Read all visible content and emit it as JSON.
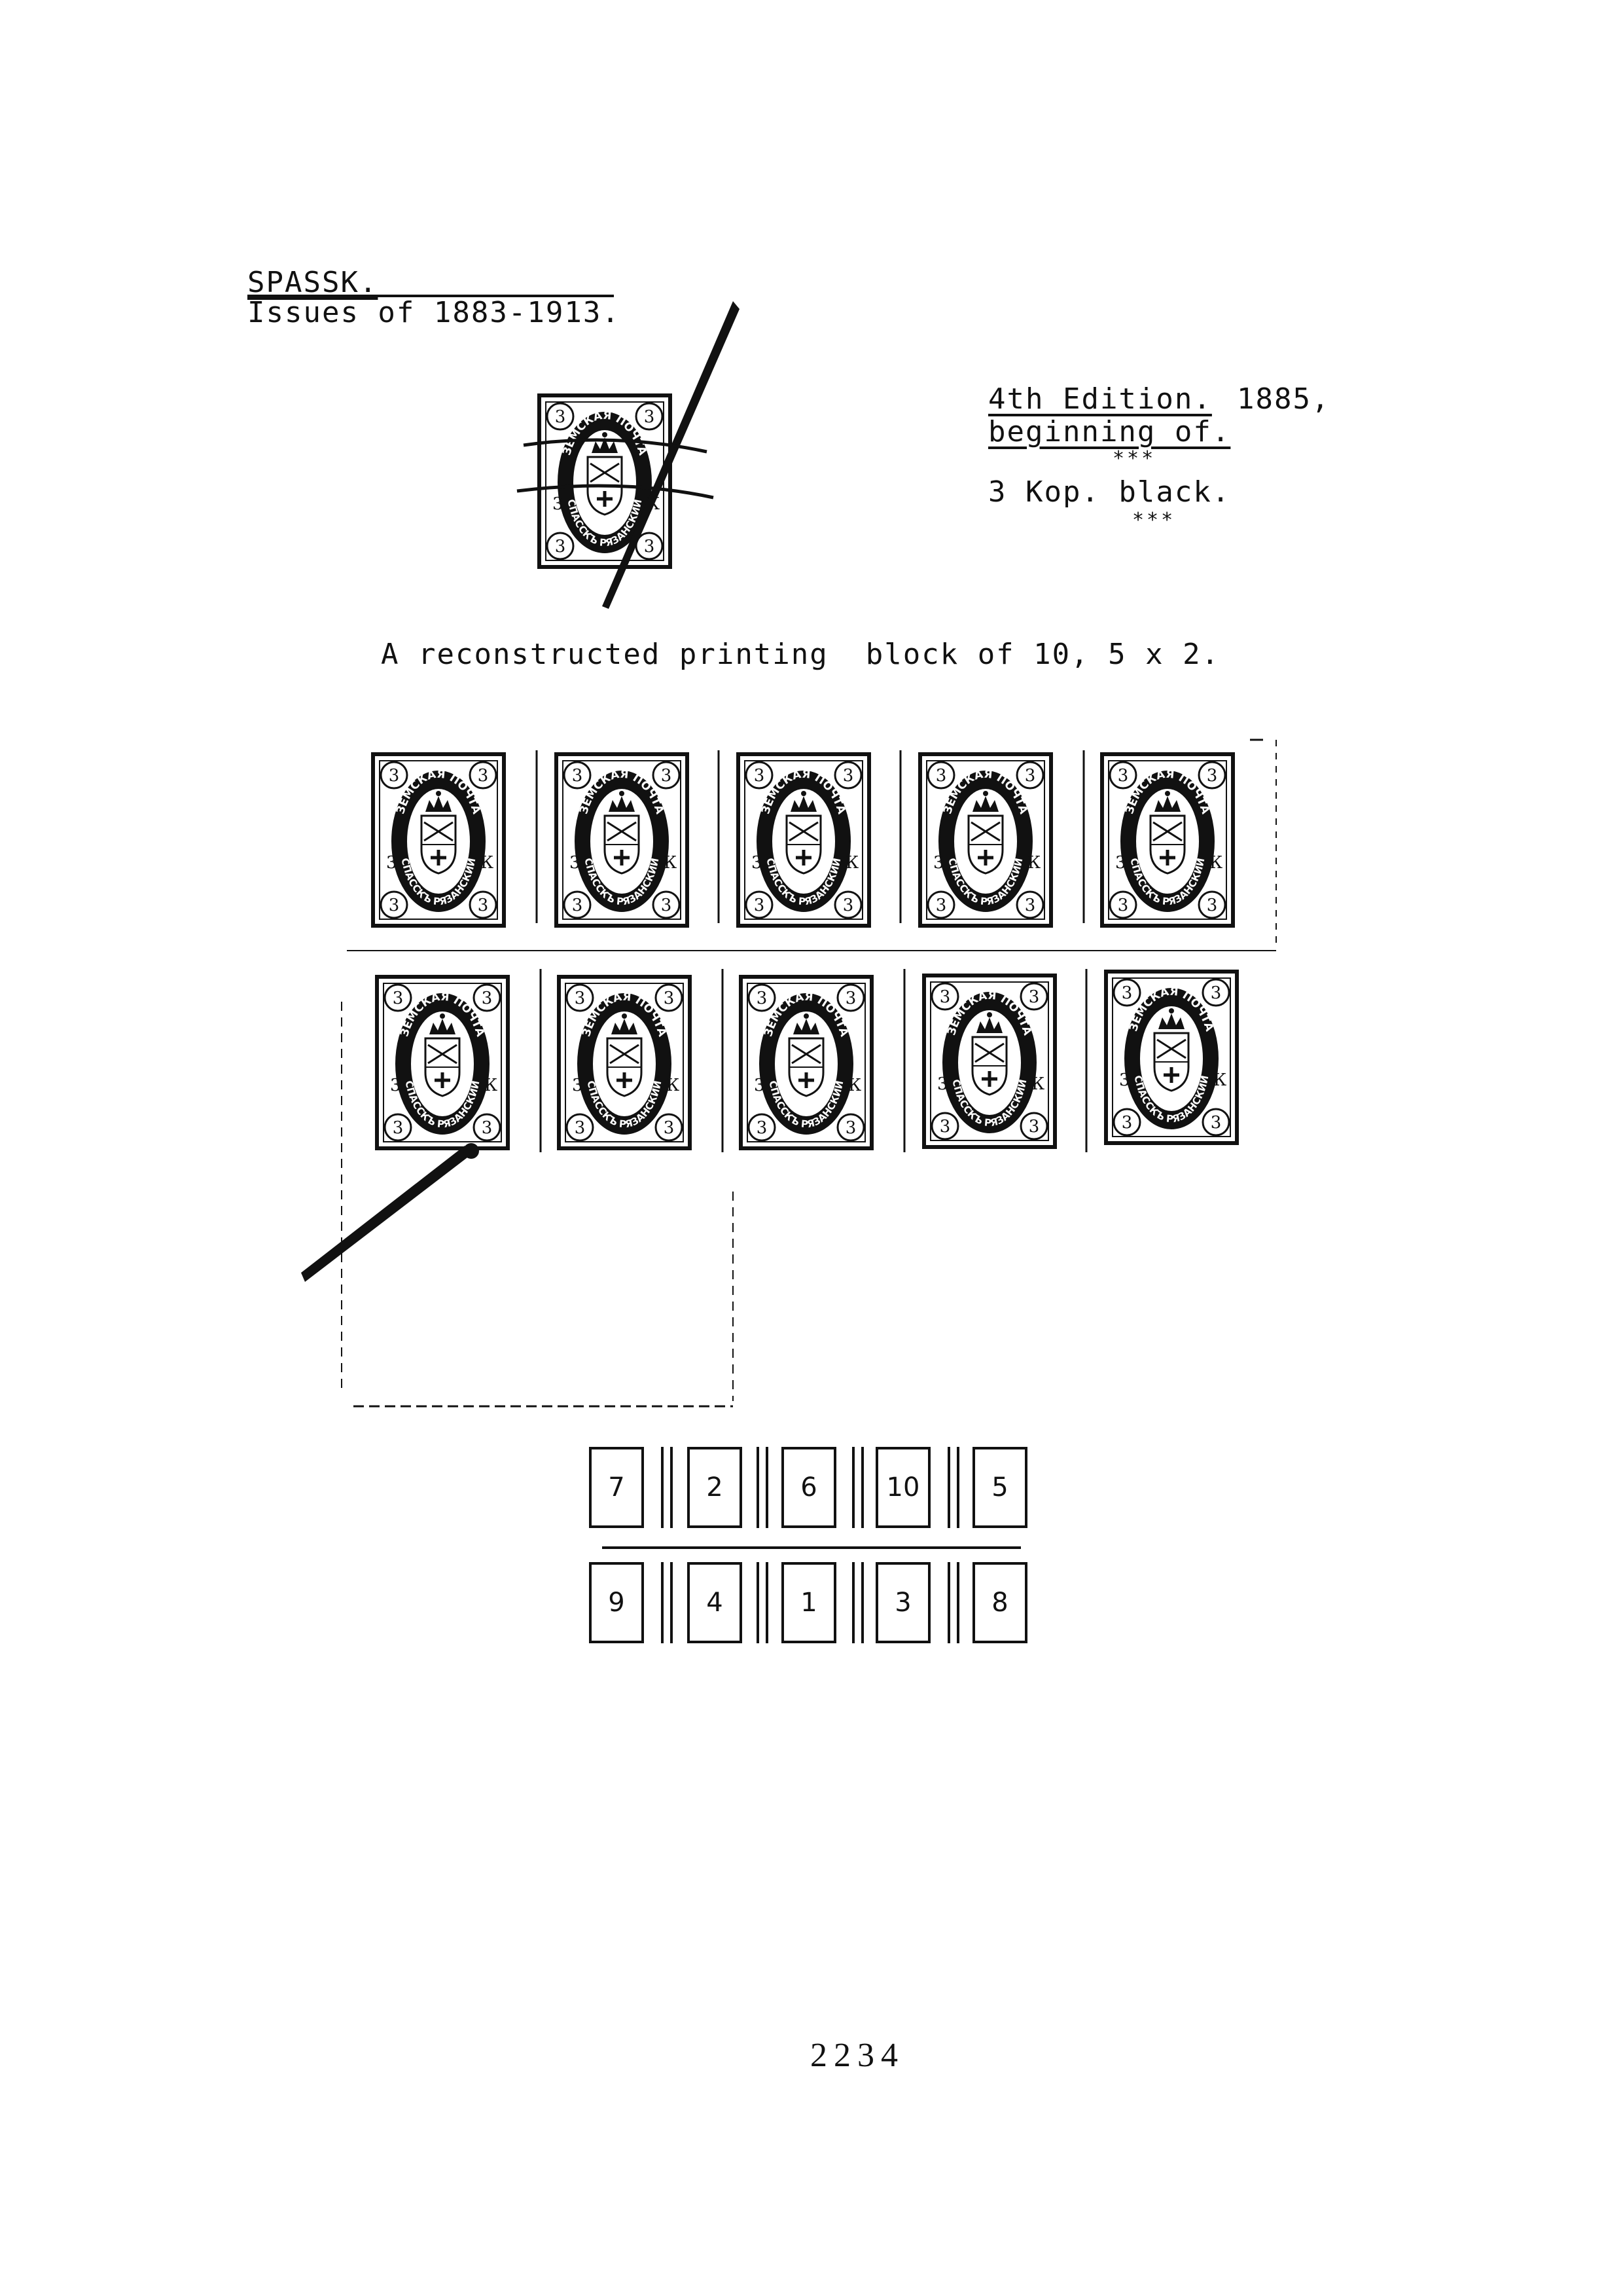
{
  "header": {
    "title": "SPASSK.",
    "subtitle": "Issues of 1883-1913."
  },
  "edition": {
    "line1_label": "4th Edition.",
    "line1_year": "1885,",
    "line2": "beginning of.",
    "stars1": "***",
    "value_line": "3 Kop. black.",
    "stars2": "***"
  },
  "caption": "A reconstructed printing  block of 10, 5 x 2.",
  "stamp": {
    "inscription_top": "ЗЕМСКАЯ ПОЧТА",
    "inscription_bottom": "СПАССКЪ РЯЗАНСКИЙ",
    "value_left": "3",
    "value_right": "К",
    "corner": "3"
  },
  "position_grid": {
    "row1": [
      "7",
      "2",
      "6",
      "10",
      "5"
    ],
    "row2": [
      "9",
      "4",
      "1",
      "3",
      "8"
    ]
  },
  "page_number": "2234"
}
